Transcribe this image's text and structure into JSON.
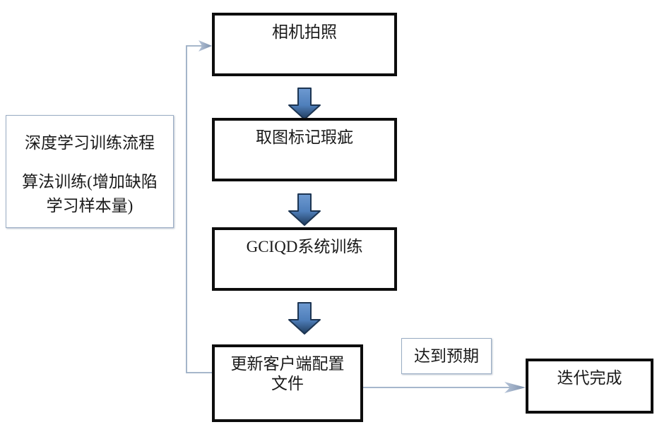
{
  "diagram": {
    "type": "flowchart",
    "orientation": "top-to-bottom with feedback loop",
    "background_color": "#ffffff",
    "nodes": [
      {
        "id": "note",
        "style": "thin-blue-box",
        "lines": [
          "深度学习训练流程",
          "算法训练(增加缺陷",
          "学习样本量)"
        ],
        "line1": "深度学习训练流程",
        "line2": "算法训练(增加缺陷",
        "line3": "学习样本量)"
      },
      {
        "id": "camera",
        "style": "thick-black-box",
        "label": "相机拍照"
      },
      {
        "id": "mark-defects",
        "style": "thick-black-box",
        "label": "取图标记瑕疵"
      },
      {
        "id": "gciqd-training",
        "style": "thick-black-box",
        "label": "GCIQD系统训练"
      },
      {
        "id": "update-client-config",
        "style": "thick-black-box",
        "line1": "更新客户端配置",
        "line2": "文件"
      },
      {
        "id": "expectation-met",
        "style": "thin-blue-box",
        "label": "达到预期"
      },
      {
        "id": "iteration-complete",
        "style": "thick-black-box",
        "label": "迭代完成"
      }
    ],
    "edges": [
      {
        "id": "e1",
        "from": "camera",
        "to": "mark-defects",
        "style": "block-arrow-down"
      },
      {
        "id": "e2",
        "from": "mark-defects",
        "to": "gciqd-training",
        "style": "block-arrow-down"
      },
      {
        "id": "e3",
        "from": "gciqd-training",
        "to": "update-client-config",
        "style": "block-arrow-down"
      },
      {
        "id": "e4",
        "from": "update-client-config",
        "to": "camera",
        "style": "thin-elbow-arrow-feedback"
      },
      {
        "id": "e5",
        "from": "update-client-config",
        "to": "iteration-complete",
        "style": "thin-straight-arrow",
        "label_node": "expectation-met"
      }
    ],
    "colors": {
      "node_border_thick": "#0d0d0d",
      "node_border_thin": "#9aadc4",
      "block_arrow_fill_light": "#5b8ac4",
      "block_arrow_fill_dark": "#23405f",
      "block_arrow_outline": "#1f3b5c",
      "connector_line": "#9aadc4",
      "text": "#1a1a1a",
      "background": "#ffffff"
    }
  }
}
